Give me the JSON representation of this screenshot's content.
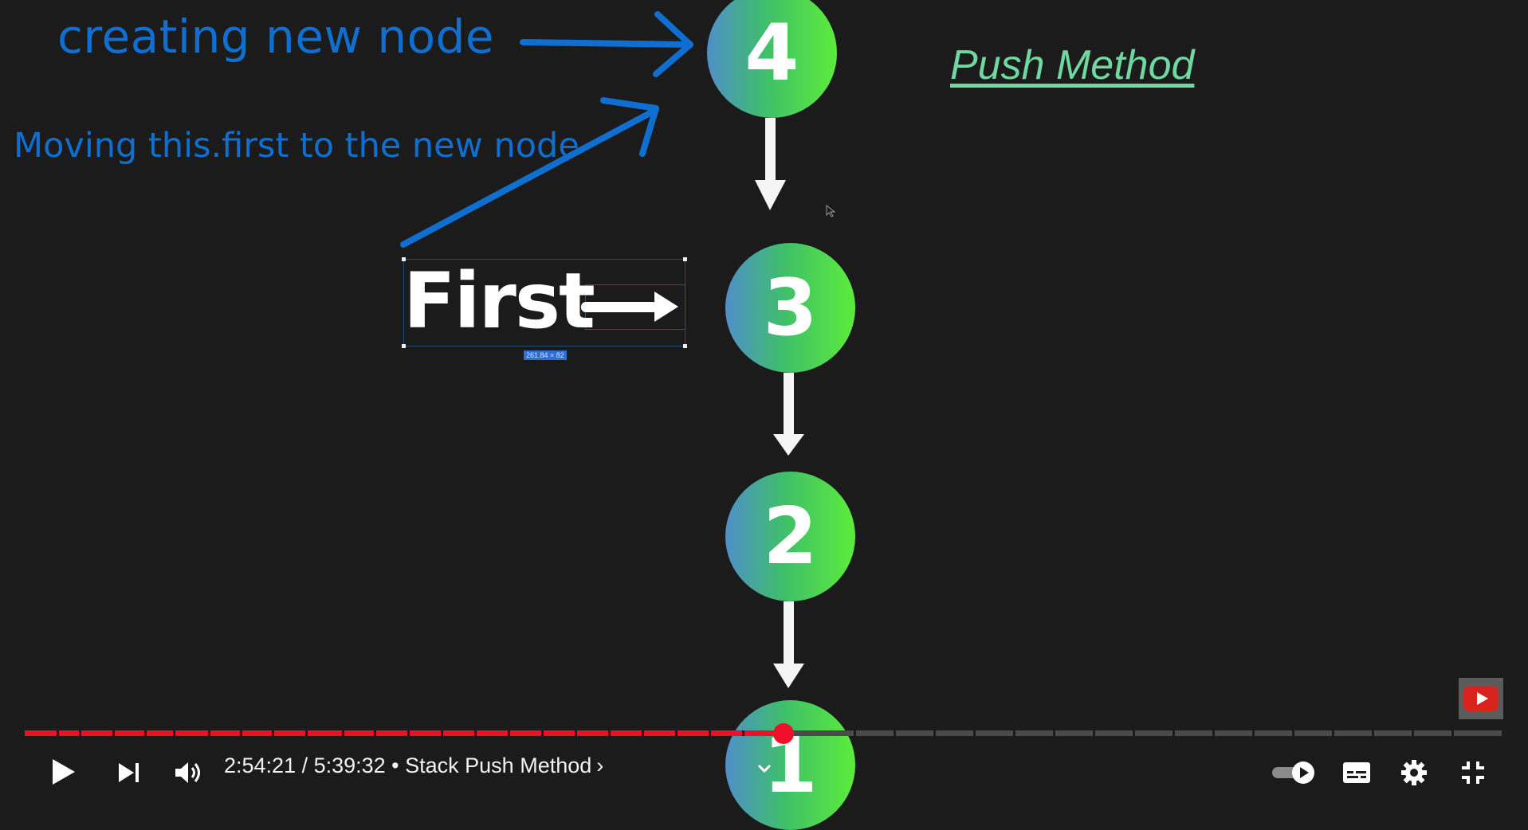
{
  "video": {
    "annotations": {
      "creating_new_node": "creating new node",
      "moving_first": "Moving this.first to the new node",
      "push_method_title": "Push Method"
    },
    "first_label": "First",
    "selection_dimensions": "261.84 × 82",
    "nodes": [
      {
        "label": "4"
      },
      {
        "label": "3"
      },
      {
        "label": "2"
      },
      {
        "label": "1"
      }
    ],
    "colors": {
      "annotation_blue": "#0f6fd1",
      "title_green": "#6fd8a0",
      "node_gradient_start": "#4f8fc9",
      "node_gradient_end": "#5cec3a"
    }
  },
  "player": {
    "time_display": "2:54:21 / 5:39:32 • Stack Push Method",
    "chapter_chevron": "›",
    "progress_fraction": 0.514,
    "buttons": {
      "play": "play-icon",
      "next": "next-icon",
      "volume": "volume-icon",
      "chapters_dropdown": "chevron-down-icon",
      "autoplay": "autoplay-toggle-icon",
      "subtitles": "subtitles-icon",
      "settings": "gear-icon",
      "exit_fullscreen": "exit-fullscreen-icon"
    },
    "colors": {
      "progress_played": "#e8132b",
      "progress_unplayed": "#4a4a4a"
    }
  }
}
